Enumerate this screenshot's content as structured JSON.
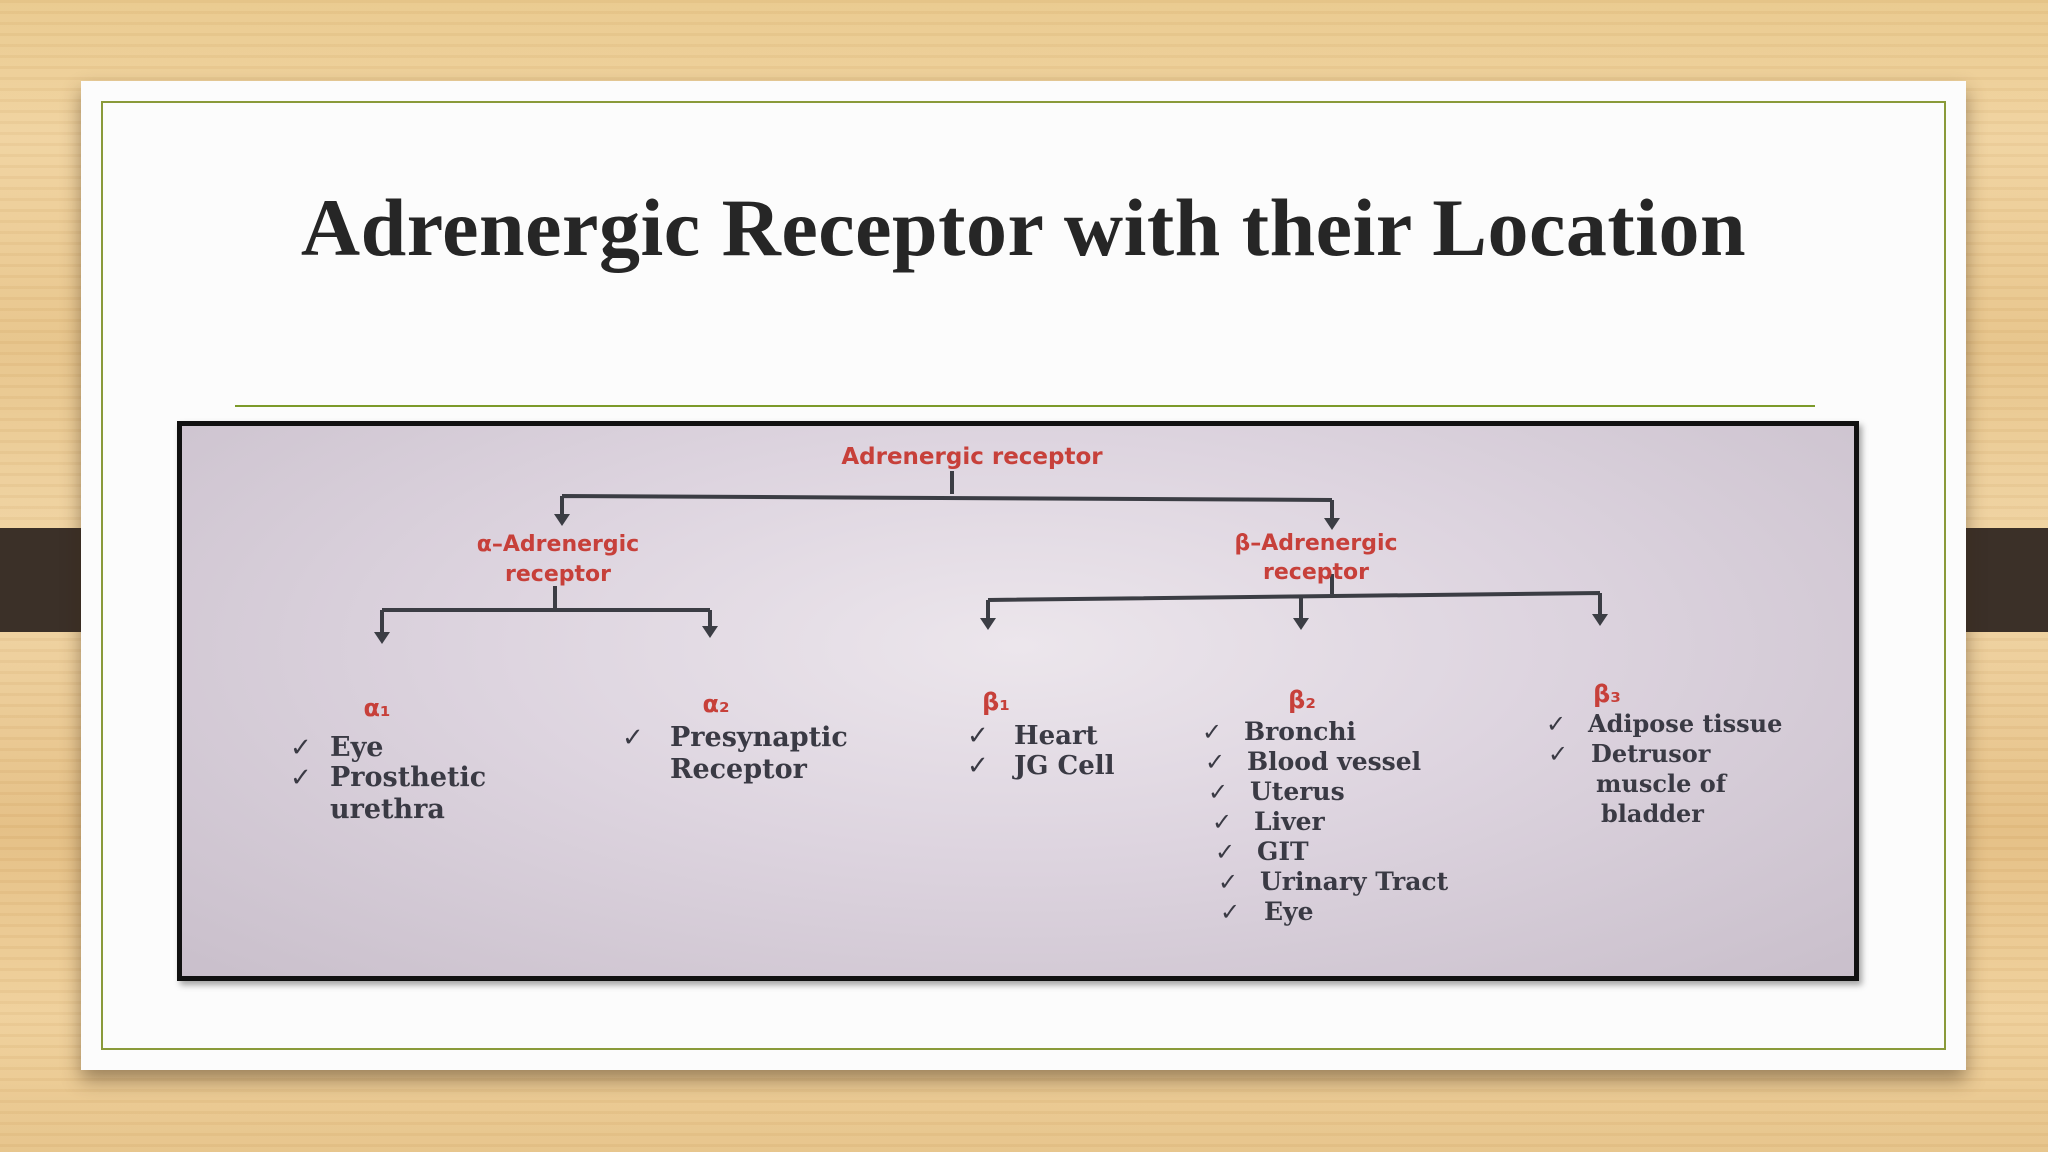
{
  "slide": {
    "title": "Adrenergic Receptor with their Location"
  },
  "diagram": {
    "root": "Adrenergic receptor",
    "alpha": {
      "line1": "α–Adrenergic",
      "line2": "receptor"
    },
    "beta": {
      "line1": "β–Adrenergic",
      "line2": "receptor"
    },
    "alpha1": {
      "label": "α₁",
      "items": [
        "Eye",
        "Prosthetic",
        "urethra"
      ]
    },
    "alpha2": {
      "label": "α₂",
      "items": [
        "Presynaptic",
        "Receptor"
      ]
    },
    "beta1": {
      "label": "β₁",
      "items": [
        "Heart",
        "JG Cell"
      ]
    },
    "beta2": {
      "label": "β₂",
      "items": [
        "Bronchi",
        "Blood vessel",
        "Uterus",
        "Liver",
        "GIT",
        "Urinary Tract",
        "Eye"
      ]
    },
    "beta3": {
      "label": "β₃",
      "items": [
        "Adipose tissue",
        "Detrusor",
        "muscle of",
        "bladder"
      ]
    },
    "check_glyph": "✓"
  },
  "colors": {
    "frame": "#8a9a3a",
    "rule": "#7c9a2a",
    "label_red": "#c7403a",
    "item_text": "#3a3a44"
  }
}
